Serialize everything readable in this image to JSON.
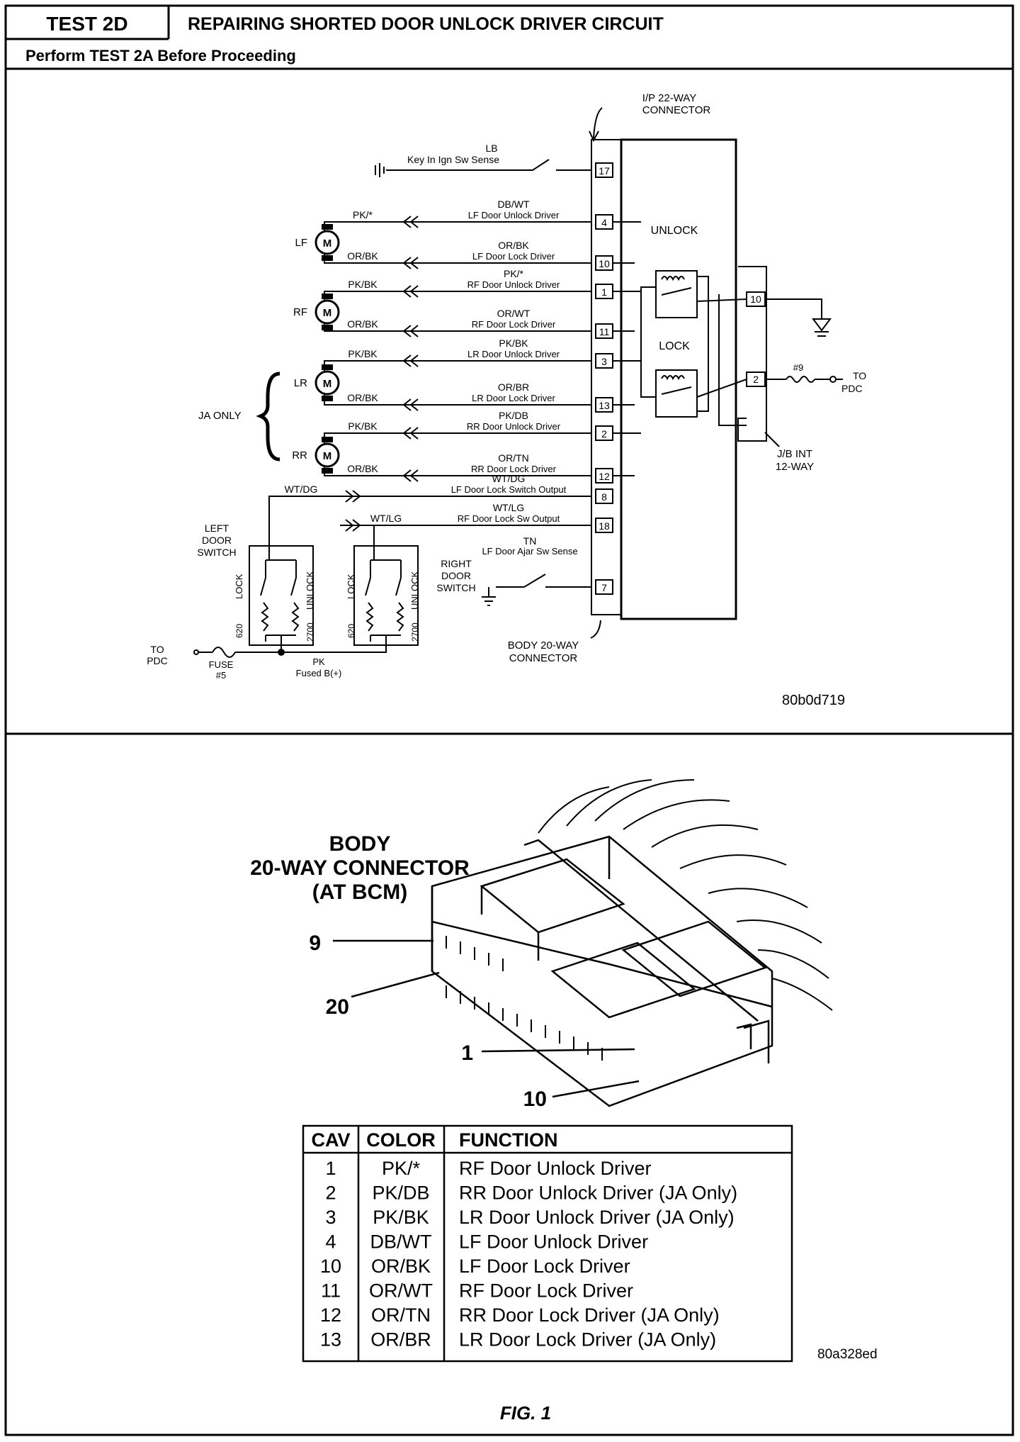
{
  "header": {
    "test_id": "TEST 2D",
    "title": "REPAIRING SHORTED DOOR UNLOCK DRIVER CIRCUIT",
    "subtitle": "Perform TEST 2A Before Proceeding"
  },
  "schematic": {
    "ip_connector_label": [
      "I/P 22-WAY",
      "CONNECTOR"
    ],
    "body_connector_label": [
      "BODY 20-WAY",
      "CONNECTOR"
    ],
    "jb_label": [
      "J/B INT",
      "12-WAY"
    ],
    "unlock_label": "UNLOCK",
    "lock_label": "LOCK",
    "ja_only": "JA ONLY",
    "figure_id": "80b0d719",
    "motor_symbol": "M",
    "key_circuit": {
      "wire": "LB",
      "desc": "Key In Ign Sw Sense",
      "pin": "17"
    },
    "circuits": [
      {
        "pin": "4",
        "wire": "DB/WT",
        "desc": "LF Door Unlock Driver",
        "motor_wire": "PK/*"
      },
      {
        "pin": "10",
        "wire": "OR/BK",
        "desc": "LF Door Lock Driver",
        "motor_wire": "OR/BK"
      },
      {
        "pin": "1",
        "wire": "PK/*",
        "desc": "RF Door Unlock Driver",
        "motor_wire": "PK/BK"
      },
      {
        "pin": "11",
        "wire": "OR/WT",
        "desc": "RF Door Lock Driver",
        "motor_wire": "OR/BK"
      },
      {
        "pin": "3",
        "wire": "PK/BK",
        "desc": "LR Door Unlock Driver",
        "motor_wire": "PK/BK"
      },
      {
        "pin": "13",
        "wire": "OR/BR",
        "desc": "LR Door Lock Driver",
        "motor_wire": "OR/BK"
      },
      {
        "pin": "2",
        "wire": "PK/DB",
        "desc": "RR Door Unlock Driver",
        "motor_wire": "PK/BK"
      },
      {
        "pin": "12",
        "wire": "OR/TN",
        "desc": "RR Door Lock Driver",
        "motor_wire": "OR/BK"
      }
    ],
    "switch_circuits": [
      {
        "pin": "8",
        "wire": "WT/DG",
        "desc": "LF Door Lock Switch Output",
        "left_wire": "WT/DG"
      },
      {
        "pin": "18",
        "wire": "WT/LG",
        "desc": "RF Door Lock Sw Output",
        "left_wire": "WT/LG"
      },
      {
        "pin": "7",
        "wire": "TN",
        "desc": "LF Door Ajar Sw Sense"
      }
    ],
    "motors": [
      "LF",
      "RF",
      "LR",
      "RR"
    ],
    "jb_pins": [
      "10",
      "2"
    ],
    "fuse9": "#9",
    "to_pdc": [
      "TO",
      "PDC"
    ],
    "left_door_switch": [
      "LEFT",
      "DOOR",
      "SWITCH"
    ],
    "right_door_switch": [
      "RIGHT",
      "DOOR",
      "SWITCH"
    ],
    "switch_lock": "LOCK",
    "switch_unlock": "UNLOCK",
    "res_620": "620",
    "res_2700": "2700",
    "fuse5": [
      "FUSE",
      "#5"
    ],
    "pk_wire": [
      "PK",
      "Fused B(+)"
    ]
  },
  "connector_view": {
    "title": [
      "BODY",
      "20-WAY CONNECTOR",
      "(AT BCM)"
    ],
    "pin_callouts": [
      "9",
      "20",
      "1",
      "10"
    ],
    "figure_id": "80a328ed"
  },
  "pin_table": {
    "headers": [
      "CAV",
      "COLOR",
      "FUNCTION"
    ],
    "rows": [
      [
        "1",
        "PK/*",
        "RF Door Unlock Driver"
      ],
      [
        "2",
        "PK/DB",
        "RR Door Unlock Driver (JA Only)"
      ],
      [
        "3",
        "PK/BK",
        "LR Door Unlock Driver (JA Only)"
      ],
      [
        "4",
        "DB/WT",
        "LF Door Unlock Driver"
      ],
      [
        "10",
        "OR/BK",
        "LF Door Lock Driver"
      ],
      [
        "11",
        "OR/WT",
        "RF Door Lock Driver"
      ],
      [
        "12",
        "OR/TN",
        "RR Door Lock Driver (JA Only)"
      ],
      [
        "13",
        "OR/BR",
        "LR Door Lock Driver (JA Only)"
      ]
    ]
  },
  "caption": "FIG. 1"
}
